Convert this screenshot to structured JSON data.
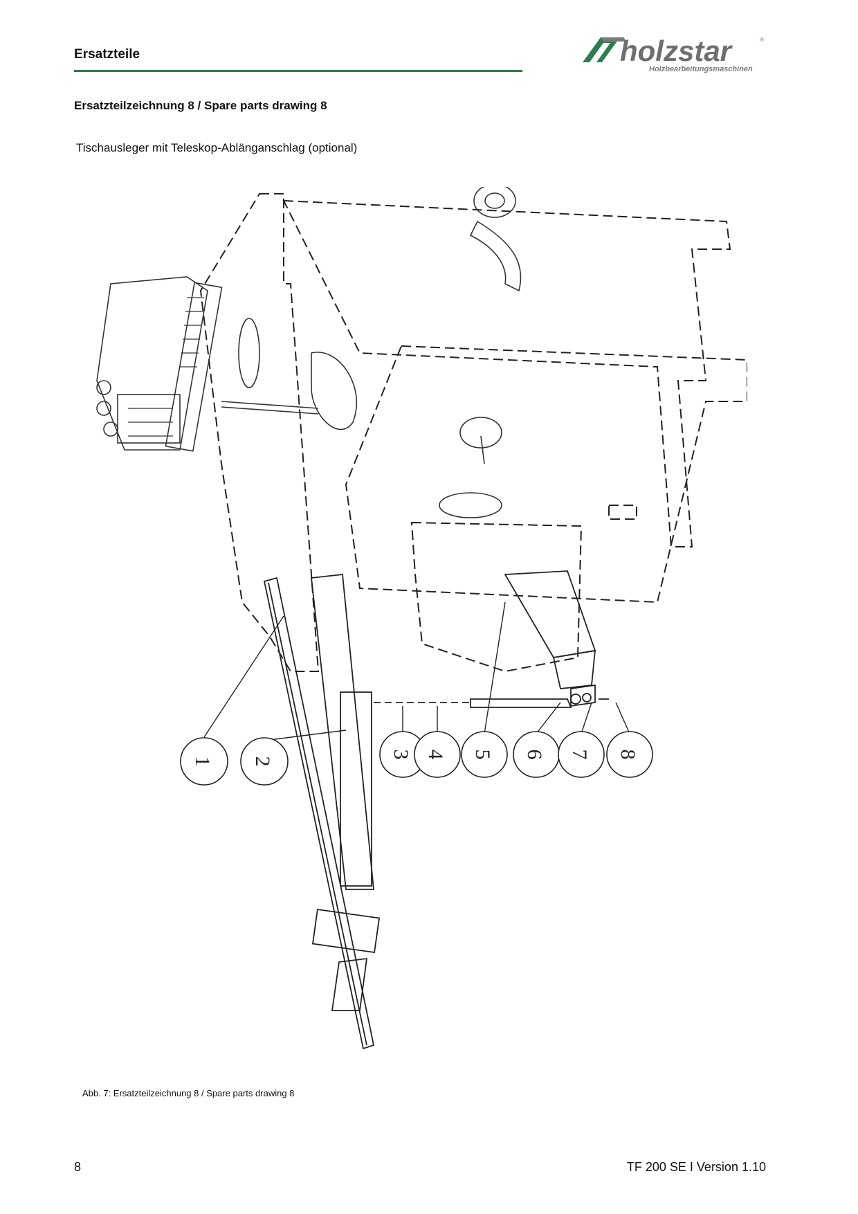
{
  "header": {
    "section_title": "Ersatzteile",
    "brand_name": "holzstar",
    "brand_tagline": "Holzbearbeitungsmaschinen",
    "brand_color": "#2e7d4f"
  },
  "content": {
    "drawing_title": "Ersatzteilzeichnung 8 / Spare parts drawing 8",
    "subtitle": "Tischausleger mit Teleskop-Ablänganschlag (optional)",
    "part_callouts": [
      "1",
      "2",
      "3",
      "4",
      "5",
      "6",
      "7",
      "8"
    ],
    "caption": "Abb. 7: Ersatzteilzeichnung 8 / Spare parts drawing 8"
  },
  "footer": {
    "page_number": "8",
    "doc_version": "TF 200 SE I Version 1.10"
  }
}
